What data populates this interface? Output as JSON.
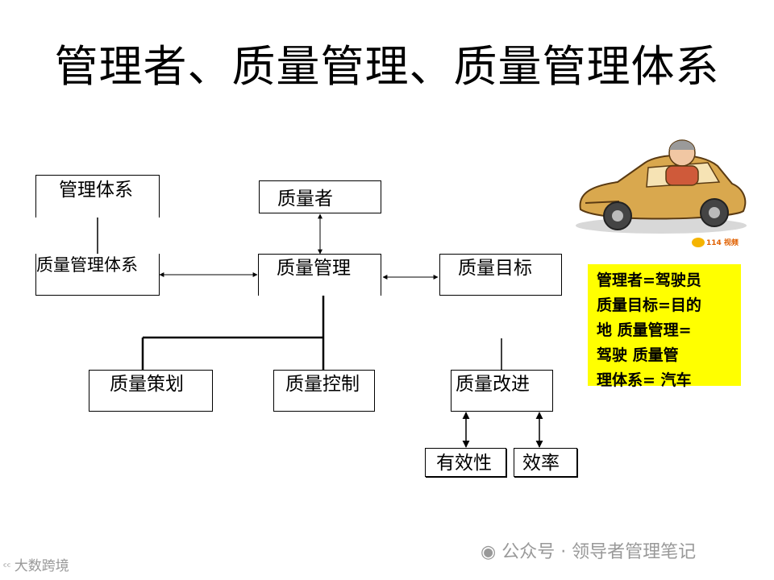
{
  "title": "管理者、质量管理、质量管理体系",
  "boxes": {
    "mgmt_system": "管理体系",
    "quality_mgmt_system": "质量管理体系",
    "quality_person": "质量者",
    "quality_mgmt": "质量管理",
    "quality_goal": "质量目标",
    "quality_planning": "质量策划",
    "quality_control": "质量控制",
    "quality_improvement": "质量改进",
    "effectiveness": "有效性",
    "efficiency": "效率"
  },
  "analogy": {
    "lines": [
      "管理者=驾驶员",
      "质量目标=目的",
      "地  质量管理=",
      "驾驶  质量管",
      "理体系= 汽车"
    ],
    "color": "#ffff00"
  },
  "illustration": {
    "logo_text": "114 视频"
  },
  "watermarks": {
    "left": "大数跨境",
    "right": "公众号 · 领导者管理笔记"
  }
}
